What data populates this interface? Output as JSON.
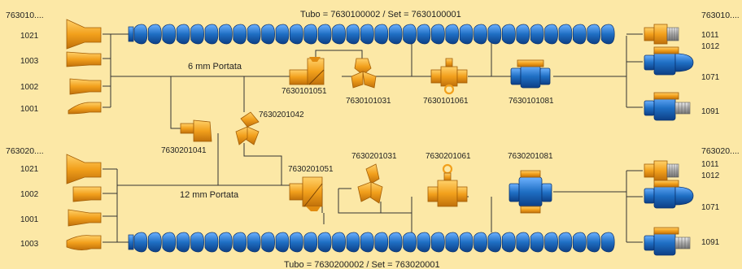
{
  "colors": {
    "background": "#fce8a6",
    "hose": "#1f6fc4",
    "hose_dark": "#0d3f86",
    "fitting_orange": "#f2a01c",
    "fitting_orange_dark": "#b86a08",
    "fitting_blue": "#1f6fc4",
    "line": "#333333"
  },
  "top": {
    "prefix": "763010....",
    "tube_label": "Tubo = 7630100002 / Set = 7630100001",
    "flow_label": "6 mm Portata",
    "nozzles": [
      "1021",
      "1003",
      "1002",
      "1001"
    ],
    "parts": [
      "7630101051",
      "7630101031",
      "7630101061",
      "7630101081"
    ],
    "splitter": "7630201042",
    "right_prefix": "763010....",
    "right_codes": [
      "1011",
      "1012",
      "1071",
      "1091"
    ]
  },
  "bottom": {
    "prefix": "763020....",
    "tube_label": "Tubo = 7630200002 / Set = 763020001",
    "flow_label": "12 mm Portata",
    "nozzles": [
      "1021",
      "1002",
      "1001",
      "1003"
    ],
    "parts": [
      "7630201051",
      "7630201031",
      "7630201061",
      "7630201081"
    ],
    "reducer": "7630201041",
    "right_prefix": "763020....",
    "right_codes": [
      "1011",
      "1012",
      "1071",
      "1091"
    ]
  },
  "icons": {
    "hose": "segmented-hose-icon",
    "nozzle_fan": "fan-nozzle-icon",
    "nozzle_round": "round-nozzle-icon",
    "elbow": "elbow-fitting-icon",
    "y_splitter": "y-splitter-icon",
    "valve": "valve-icon",
    "ball_valve": "ball-valve-icon",
    "connector": "threaded-connector-icon"
  }
}
